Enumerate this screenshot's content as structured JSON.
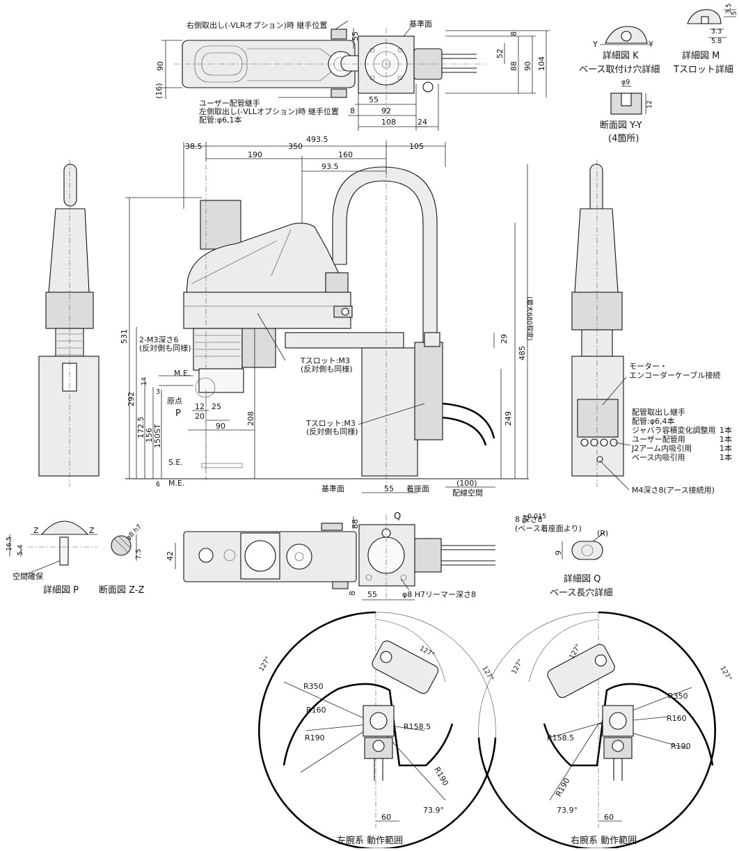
{
  "top_view": {
    "labels": {
      "right_outlet": "右側取出し(-VLRオプション)時 継手位置",
      "ref_plane": "基準面",
      "user_pipe_1": "ユーザー配管継手",
      "user_pipe_2": "左側取出し(-VLLオプション)時 継手位置",
      "user_pipe_3": "配管:φ6,1本"
    },
    "dims": [
      "55",
      "8",
      "52",
      "88",
      "90",
      "104",
      "90",
      "(16)",
      "55",
      "92",
      "108",
      "24",
      "8"
    ]
  },
  "details": {
    "k_title": "詳細図 K",
    "k_sub": "ベース取付け穴詳細",
    "m_title": "詳細図 M",
    "m_sub": "Tスロット詳細",
    "yy_title": "断面図 Y-Y",
    "yy_sub": "(4箇所)",
    "m_dims": [
      "3.5",
      "5",
      "3.3",
      "5.8"
    ],
    "yy_dims": [
      "φ9",
      "12"
    ],
    "y_mark": "Y"
  },
  "side_view": {
    "top_dims": [
      "493.5",
      "38.5",
      "190",
      "350",
      "160",
      "105",
      "93.5"
    ],
    "vertical_dims": [
      "531",
      "292",
      "172.5",
      "156",
      "150ST",
      "208",
      "485",
      "249",
      "29",
      "(最大680程度)",
      "14",
      "3",
      "6"
    ],
    "horizontal_dims": [
      "12",
      "25",
      "20",
      "90",
      "55",
      "(100)"
    ],
    "labels": {
      "m3_holes": "2-M3深さ6",
      "m3_holes_sub": "(反対側も同様)",
      "tslot_1": "Tスロット:M3",
      "tslot_1_sub": "(反対側も同様)",
      "tslot_2": "Tスロット:M3",
      "tslot_2_sub": "(反対側も同様)",
      "me": "M.E.",
      "se": "S.E.",
      "me2": "M.E.",
      "origin": "原点",
      "p": "P",
      "ref_plane": "基準面",
      "seat_plane": "着座面",
      "cable_space": "配線空間"
    }
  },
  "right_view": {
    "motor": "モーター・",
    "encoder": "エンコーダーケーブル接続",
    "pipe_head": "配管取出し継手",
    "pipe_spec": "配管:φ6,4本",
    "rows": [
      {
        "name": "ジャバラ容積変化調整用",
        "qty": "1本"
      },
      {
        "name": "ユーザー配管用",
        "qty": "1本"
      },
      {
        "name": "J2アーム内吸引用",
        "qty": "1本"
      },
      {
        "name": "ベース内吸引用",
        "qty": "1本"
      }
    ],
    "earth": "M4深さ8(アース接続用)"
  },
  "detail_p": {
    "title": "詳細図 P",
    "sec_title": "断面図 Z-Z",
    "dims": [
      "16.5",
      "5.4",
      "7.5",
      "φ8 h7"
    ],
    "space": "空間確保",
    "z": "Z"
  },
  "bottom_view": {
    "dims": [
      "88",
      "8",
      "42",
      "55"
    ],
    "q": "Q",
    "reamer": "φ8 H7リーマー深さ8"
  },
  "detail_q": {
    "top": "8  深さ8",
    "tol": "+0.015",
    "tol2": "0",
    "sub": "(ベース着座面より)",
    "r": "(R)",
    "dim": "9",
    "title": "詳細図 Q",
    "subtitle": "ベース長穴詳細"
  },
  "range_left": {
    "title": "左腕系 動作範囲",
    "labels": [
      "127°",
      "127°",
      "127°",
      "R350",
      "R160",
      "R158.5",
      "R190",
      "R190",
      "60",
      "73.9°"
    ]
  },
  "range_right": {
    "title": "右腕系 動作範囲",
    "labels": [
      "127°",
      "127°",
      "127°",
      "R350",
      "R160",
      "R158.5",
      "R190",
      "R190",
      "60",
      "73.9°"
    ]
  }
}
